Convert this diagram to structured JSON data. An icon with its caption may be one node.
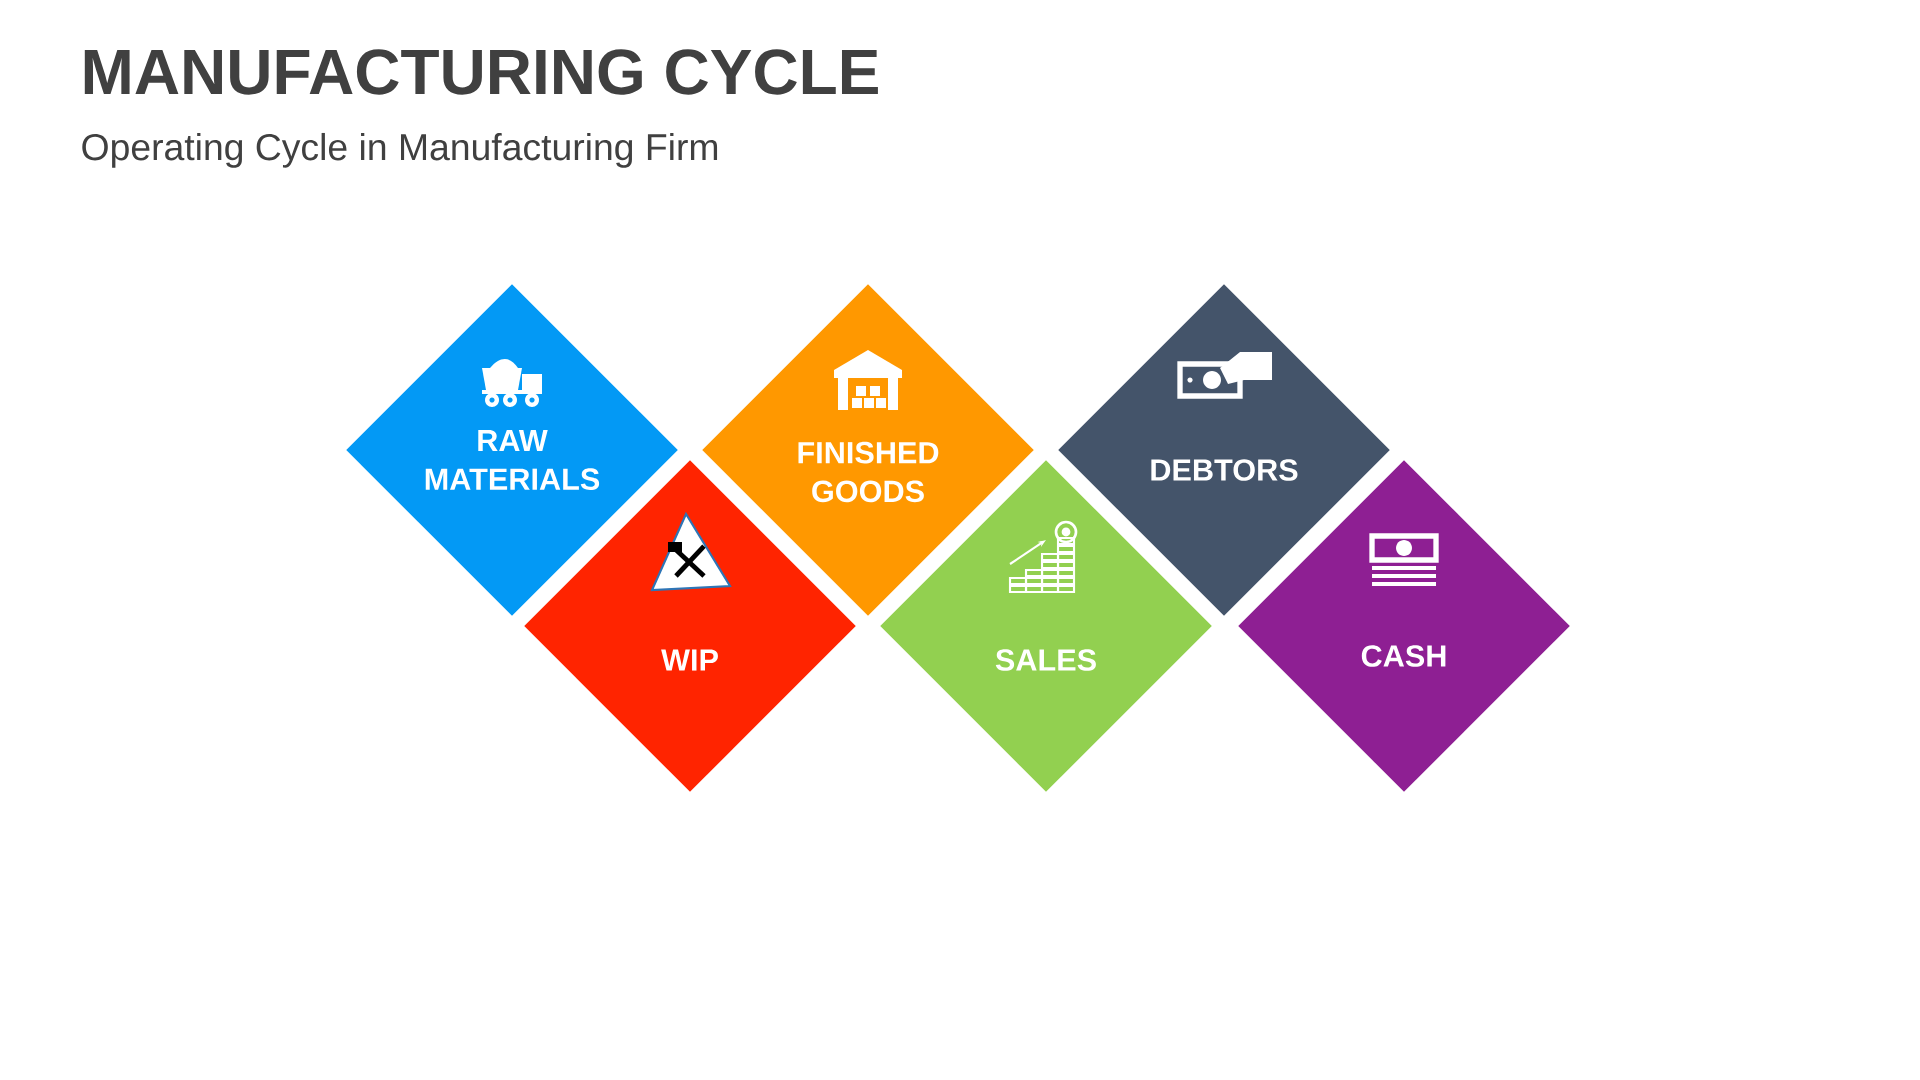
{
  "diagram": {
    "title": "MANUFACTURING CYCLE",
    "caption": "Operating Cycle in Manufacturing Firm",
    "nodes": [
      {
        "text": [
          "RAW MATERIALS"
        ]
      },
      {
        "text": [
          "WIP"
        ]
      },
      {
        "text": [
          "FINISHED GOODS"
        ]
      },
      {
        "text": [
          "SALES"
        ]
      },
      {
        "text": [
          "DEBTORS"
        ]
      },
      {
        "text": [
          "CASH"
        ]
      }
    ]
  }
}
